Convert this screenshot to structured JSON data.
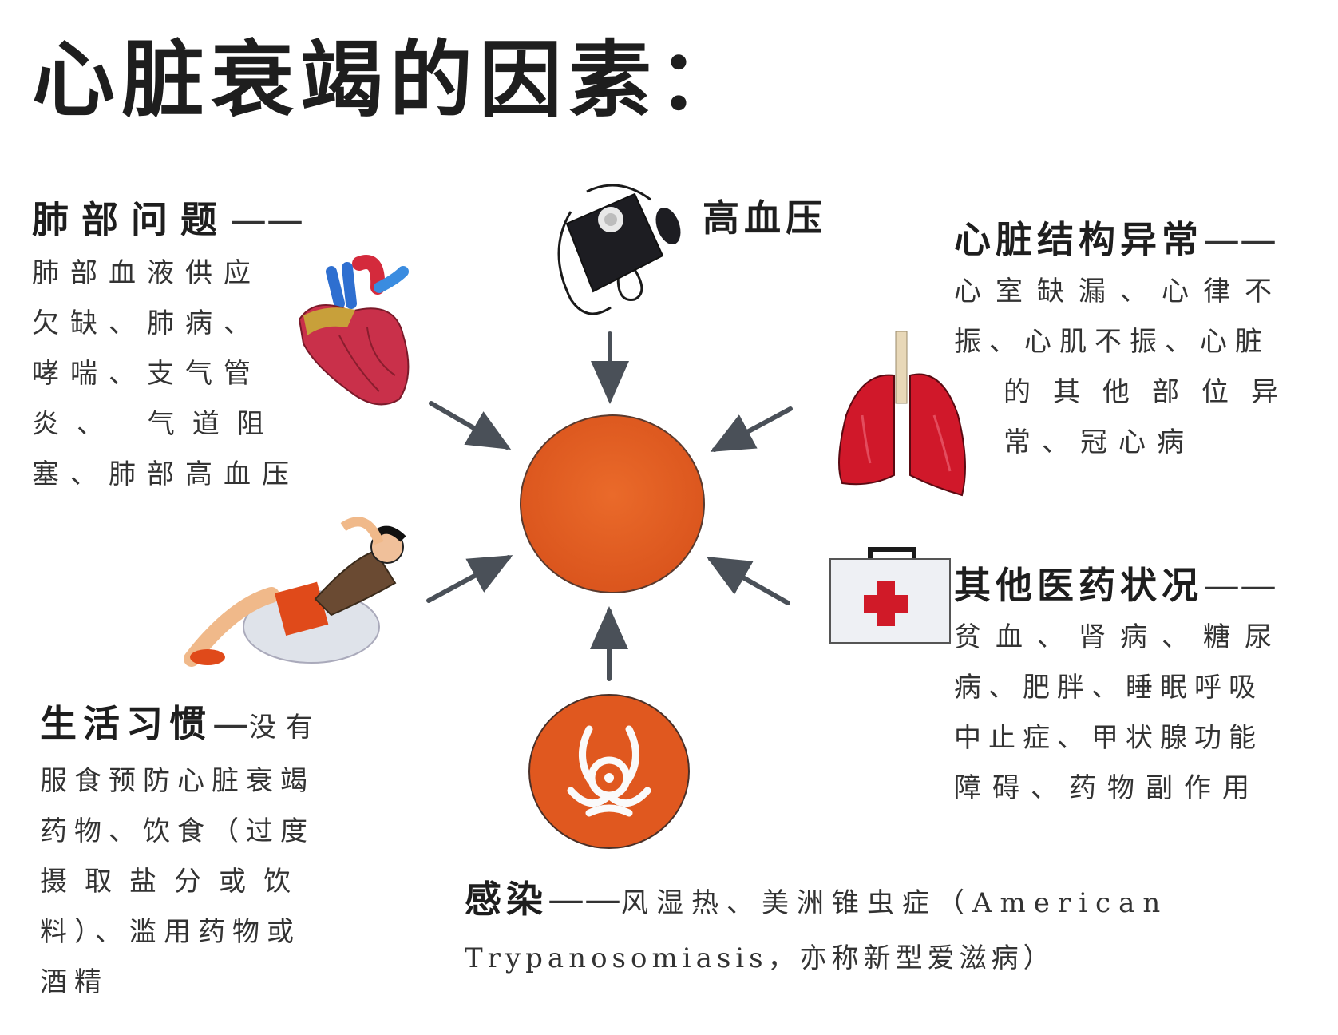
{
  "title": "心脏衰竭的因素：",
  "center": {
    "label": "heart-failure-center",
    "color": "#e0581f"
  },
  "factors": {
    "lung": {
      "heading": "肺部问题",
      "dash": "——",
      "lines": [
        "肺部血液供应",
        "欠缺、肺病、",
        "哮喘、支气管",
        "炎、 气道阻",
        "塞、肺部高血压"
      ]
    },
    "hypertension": {
      "heading": "高血压"
    },
    "structure": {
      "heading": "心脏结构异常",
      "dash": "——",
      "lines": [
        "心室缺漏、心律不",
        "振、心肌不振、心脏",
        "的其他部位异",
        "常、冠心病"
      ]
    },
    "medical": {
      "heading": "其他医药状况",
      "dash": "——",
      "lines": [
        "贫血、肾病、糖尿",
        "病、肥胖、睡眠呼吸",
        "中止症、甲状腺功能",
        "障碍、药物副作用"
      ]
    },
    "lifestyle": {
      "heading": "生活习惯",
      "dash": "—",
      "first": "没有",
      "lines": [
        "服食预防心脏衰竭",
        "药物、饮食（过度",
        "摄取盐分或饮",
        "料）、滥用药物或",
        "酒精"
      ]
    },
    "infection": {
      "heading": "感染",
      "dash": "——",
      "line1": "风湿热、美洲锥虫症（American",
      "line2": "Trypanosomiasis，亦称新型爱滋病）"
    }
  },
  "colors": {
    "orange": "#e0581f",
    "arrow": "#4a5058",
    "text": "#1e1e1e",
    "heart": "#c9304a",
    "lung": "#d0182a"
  }
}
